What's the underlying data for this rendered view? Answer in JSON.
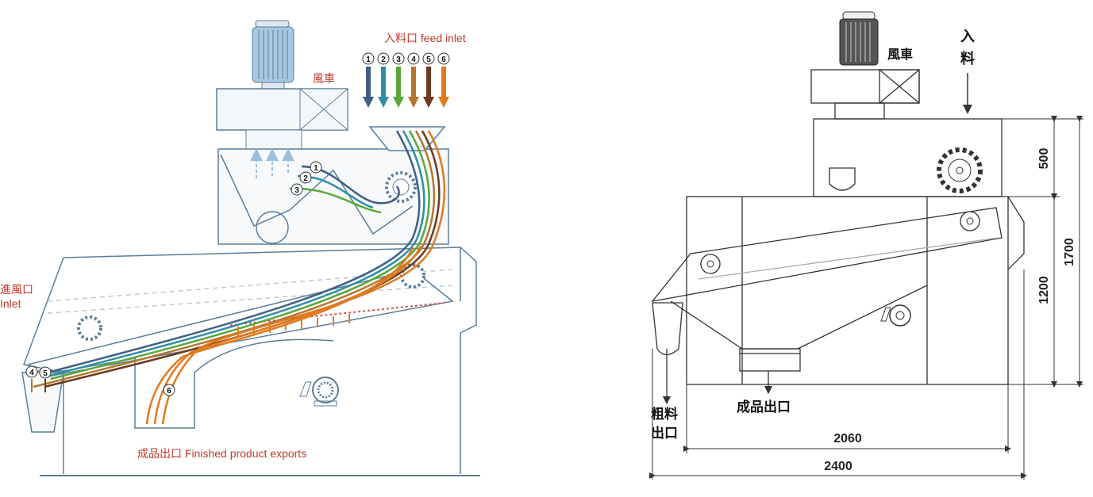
{
  "left_diagram": {
    "feed_inlet_label": "入料口 feed inlet",
    "fan_label": "風車",
    "air_inlet_label_cn": "進風口",
    "air_inlet_label_en": "Inlet",
    "finished_exports_label": "成品出口 Finished product exports",
    "stream_numbers": [
      "1",
      "2",
      "3",
      "4",
      "5",
      "6"
    ],
    "stream_colors": [
      "#3f5f86",
      "#2e8fa8",
      "#5aa63a",
      "#b5762c",
      "#6b3a1f",
      "#e07a1f"
    ],
    "internal_markers": [
      "1",
      "2",
      "3",
      "4",
      "5",
      "6"
    ]
  },
  "right_diagram": {
    "fan_label": "風車",
    "feed_label_line1": "入",
    "feed_label_line2": "料",
    "coarse_outlet_line1": "粗料",
    "coarse_outlet_line2": "出口",
    "product_outlet_label": "成品出口",
    "dim_top_height": "500",
    "dim_total_height": "1700",
    "dim_lower_height": "1200",
    "dim_inner_width": "2060",
    "dim_total_width": "2400"
  }
}
